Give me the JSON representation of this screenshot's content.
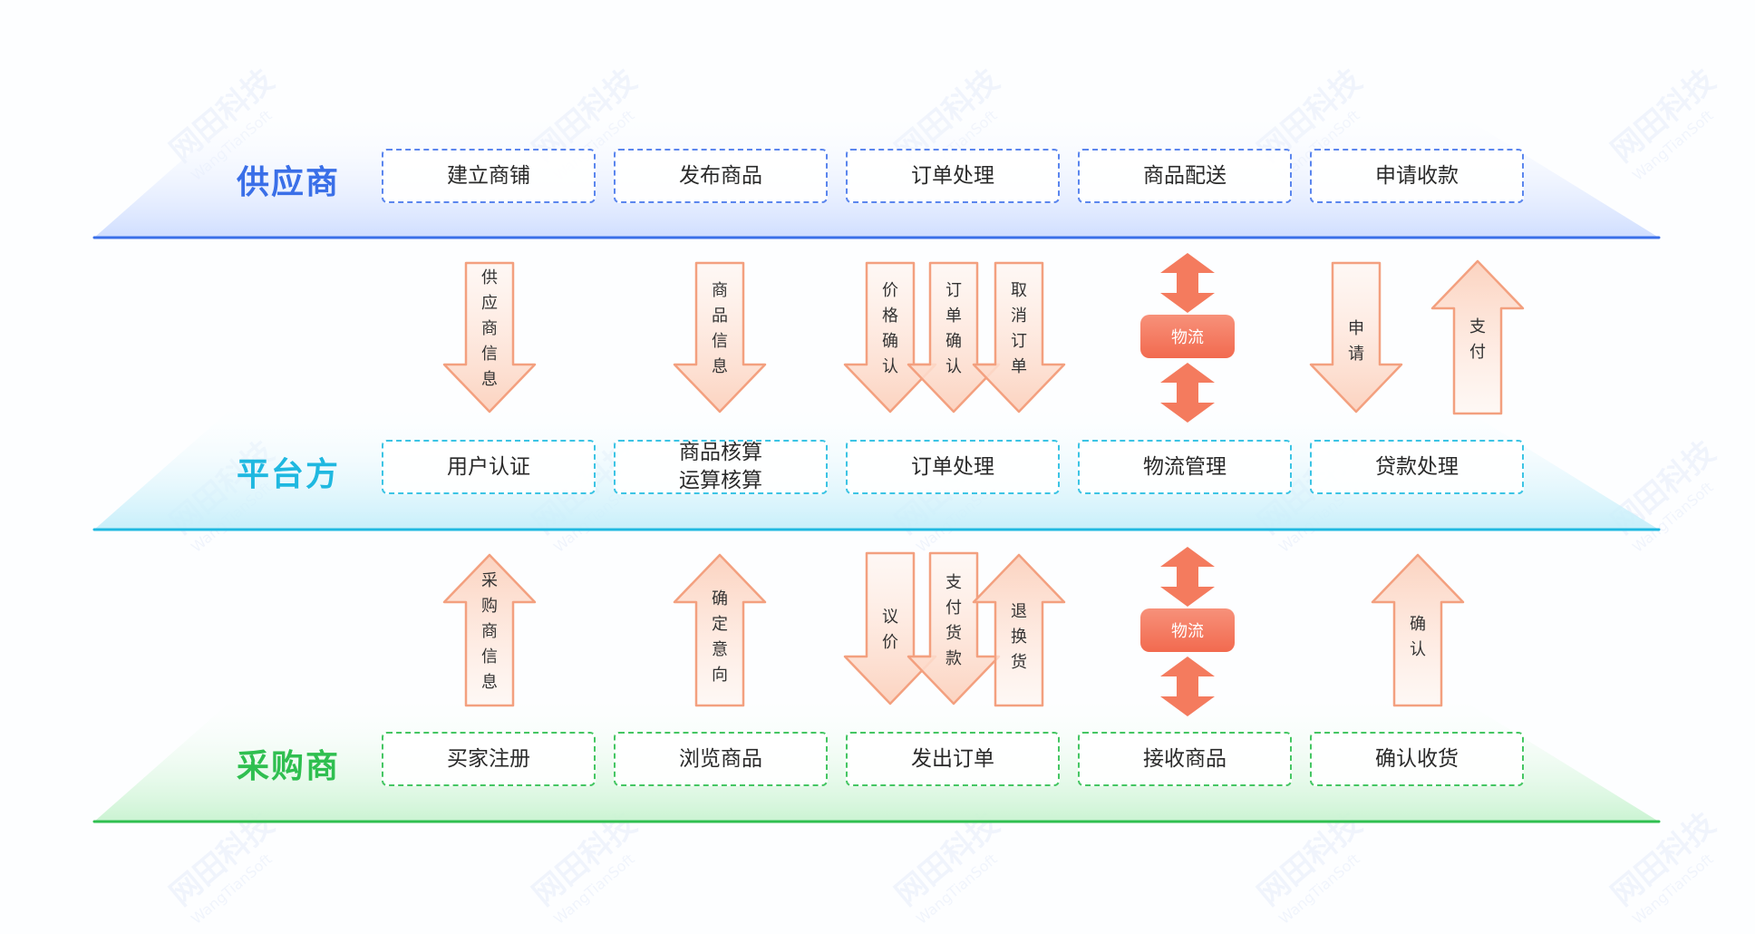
{
  "colors": {
    "supplier": "#3a6fe8",
    "platform": "#1fb8e0",
    "buyer": "#2fbf50",
    "arrow_fill": "#fde3d6",
    "arrow_stroke": "#f3a07f",
    "logistics_pill": "#f47b5e"
  },
  "watermark": {
    "cn": "网田科技",
    "en": "WangTianSoft"
  },
  "layers": {
    "supplier": {
      "title": "供应商",
      "items": [
        "建立商铺",
        "发布商品",
        "订单处理",
        "商品配送",
        "申请收款"
      ]
    },
    "platform": {
      "title": "平台方",
      "items": [
        "用户认证",
        "商品核算\n运算核算",
        "订单处理",
        "物流管理",
        "贷款处理"
      ]
    },
    "buyer": {
      "title": "采购商",
      "items": [
        "买家注册",
        "浏览商品",
        "发出订单",
        "接收商品",
        "确认收货"
      ]
    }
  },
  "flows_top": {
    "supplier_info": {
      "label": "供应商信息",
      "direction": "down"
    },
    "product_info": {
      "label": "商品信息",
      "direction": "down"
    },
    "price_confirm": {
      "label": "价格确认",
      "direction": "down"
    },
    "order_confirm": {
      "label": "订单确认",
      "direction": "down"
    },
    "cancel_order": {
      "label": "取消订单",
      "direction": "down"
    },
    "logistics": {
      "label": "物流",
      "direction": "both"
    },
    "apply": {
      "label": "申请",
      "direction": "down"
    },
    "pay": {
      "label": "支付",
      "direction": "up"
    }
  },
  "flows_bottom": {
    "buyer_info": {
      "label": "采购商信息",
      "direction": "up"
    },
    "intent": {
      "label": "确定意向",
      "direction": "up"
    },
    "negotiate": {
      "label": "议价",
      "direction": "down"
    },
    "pay_goods": {
      "label": "支付货款",
      "direction": "down"
    },
    "return_goods": {
      "label": "退换货",
      "direction": "up"
    },
    "logistics": {
      "label": "物流",
      "direction": "both"
    },
    "confirm": {
      "label": "确认",
      "direction": "up"
    }
  }
}
